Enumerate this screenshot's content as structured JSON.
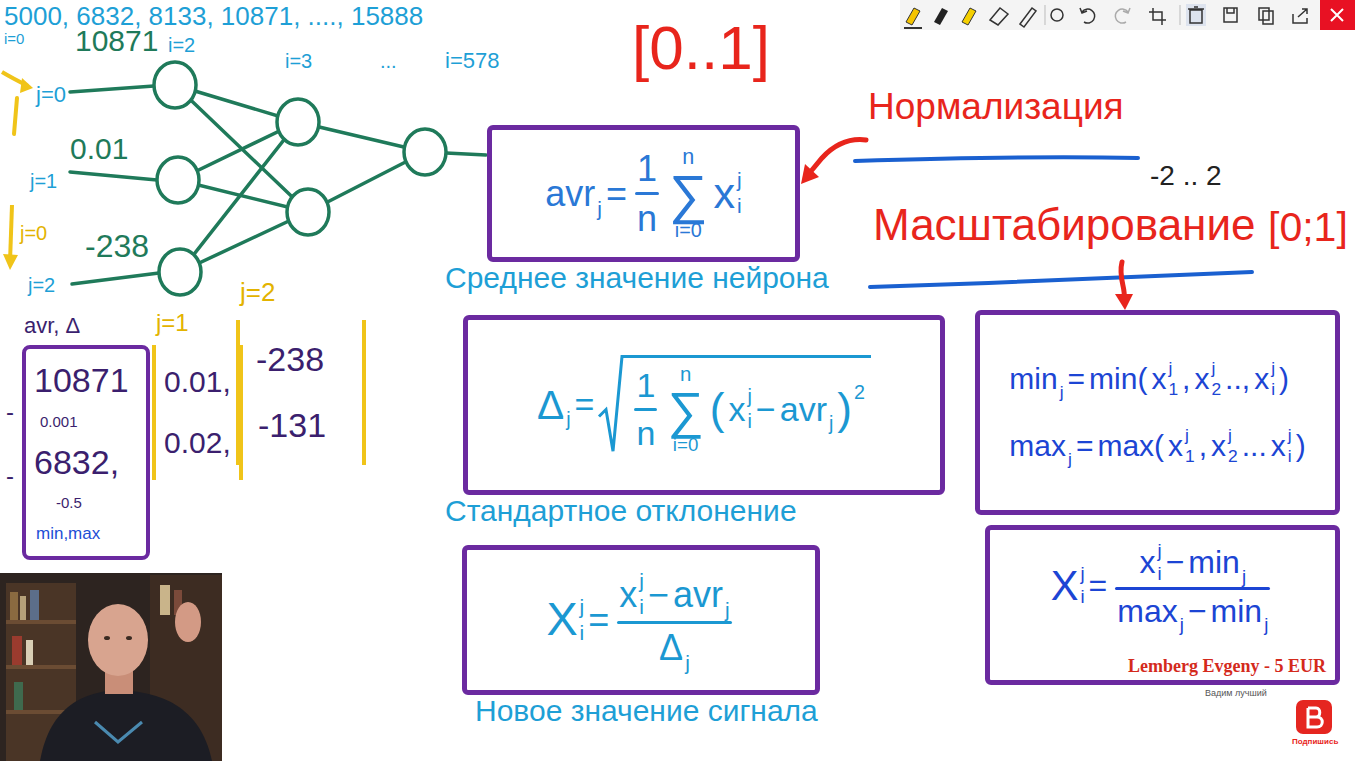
{
  "diagram": {
    "nodes": [
      {
        "text": [
          "avr",
          "j",
          "=",
          "1",
          "n",
          "n",
          "∑",
          "i=0",
          "x",
          "j",
          "i",
          "Среднее значение нейрона"
        ]
      },
      {
        "text": [
          "avr, Δ",
          "10871",
          "0.001",
          "6832,",
          "-0.5",
          "min,max"
        ]
      },
      {
        "text": [
          "j=1",
          "0.01,",
          "0.02,"
        ]
      },
      {
        "text": [
          "j=2",
          "-238",
          "-131"
        ]
      },
      {
        "text": [
          "Δ",
          "j",
          "=",
          "1",
          "n",
          "n",
          "∑",
          "i=0",
          "(",
          "x",
          "j",
          "i",
          "−",
          "avr",
          "j",
          ")",
          "2",
          "Стандартное отклонение"
        ]
      },
      {
        "text": [
          "min",
          "j",
          "=",
          "min(",
          "x",
          "j",
          "1",
          ",",
          "x",
          "j",
          "2",
          "..,",
          "x",
          "j",
          "i",
          ")",
          "max",
          "j",
          "=",
          "max(",
          "x",
          "j",
          "1",
          ",",
          "x",
          "j",
          "2",
          "...",
          "x",
          "j",
          "i",
          ")"
        ]
      },
      {
        "text": [
          "X",
          "j",
          "i",
          "=",
          "x",
          "j",
          "i",
          "−",
          "avr",
          "j",
          "Δ",
          "j",
          "Новое значение сигнала"
        ]
      },
      {
        "text": [
          "X",
          "j",
          "i",
          "=",
          "x",
          "j",
          "i",
          "−",
          "min",
          "j",
          "max",
          "j",
          "−",
          "min",
          "j"
        ]
      }
    ],
    "labels": [
      "5000, 6832, 8133, 10871, ...., 15888",
      "i=0",
      "10871",
      "i=2",
      "i=3",
      "...",
      "i=578",
      "j=0",
      "0.01",
      "j=1",
      "j=0",
      "j=2",
      "-238",
      "[0..1]",
      "Нормализация",
      "-2 .. 2",
      "Масштабирование",
      "[0;1]",
      "-",
      "-",
      "Lemberg Evgeny - 5 EUR",
      "Вадим лучший",
      "Подпишись"
    ]
  }
}
